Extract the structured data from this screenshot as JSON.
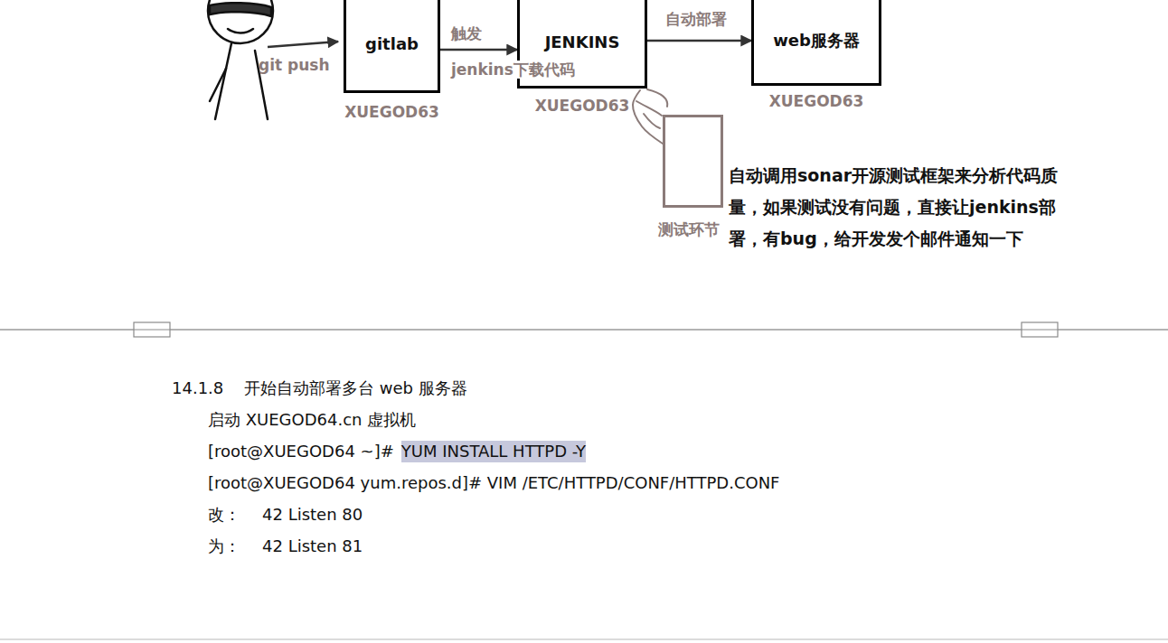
{
  "diagram": {
    "nodes": [
      {
        "text": [
          "gitlab",
          "XUEGOD63"
        ]
      },
      {
        "text": [
          "JENKINS",
          "XUEGOD63"
        ]
      },
      {
        "text": [
          "web服务器",
          "XUEGOD63"
        ]
      },
      {
        "text": [
          "测试环节"
        ]
      }
    ],
    "edges": [
      {
        "from": 0,
        "to": 1,
        "label": "触发 jenkins下载代码",
        "arrow": "to"
      },
      {
        "from": 1,
        "to": 2,
        "label": "自动部署",
        "arrow": "to"
      },
      {
        "from": 1,
        "to": 3,
        "arrow": "none"
      }
    ],
    "labels": [
      "git push",
      "自动调用sonar开源测试框架来分析代码质量，如果测试没有问题，直接让jenkins部署，有bug，给开发发个邮件通知一下",
      "14.1.8",
      "开始自动部署多台 web 服务器",
      "启动 XUEGOD64.cn 虚拟机",
      "[root@XUEGOD64 ~]#",
      "YUM INSTALL HTTPD -Y",
      "[root@XUEGOD64 yum.repos.d]# VIM /ETC/HTTPD/CONF/HTTPD.CONF",
      "改：",
      "42 Listen 80",
      "为：",
      "42 Listen 81"
    ]
  }
}
